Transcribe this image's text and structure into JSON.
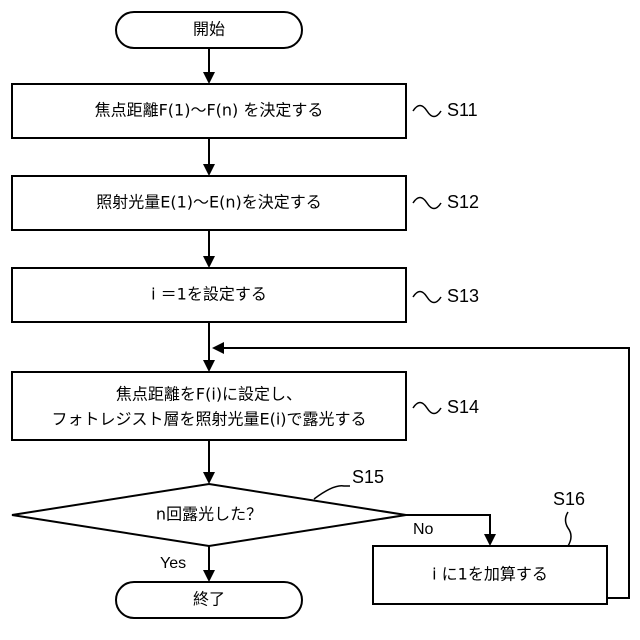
{
  "nodes": {
    "start": "開始",
    "s11": "焦点距離F(1)～F(n) を決定する",
    "s12": "照射光量E(1)～E(n)を決定する",
    "s13": "i ＝1を設定する",
    "s14_line1": "焦点距離をF(i)に設定し、",
    "s14_line2": "フォトレジスト層を照射光量E(i)で露光する",
    "s15": "n回露光した？",
    "s16": "i に1を加算する",
    "end": "終了"
  },
  "step_labels": {
    "s11": "S11",
    "s12": "S12",
    "s13": "S13",
    "s14": "S14",
    "s15": "S15",
    "s16": "S16"
  },
  "branches": {
    "no": "No",
    "yes": "Yes"
  }
}
